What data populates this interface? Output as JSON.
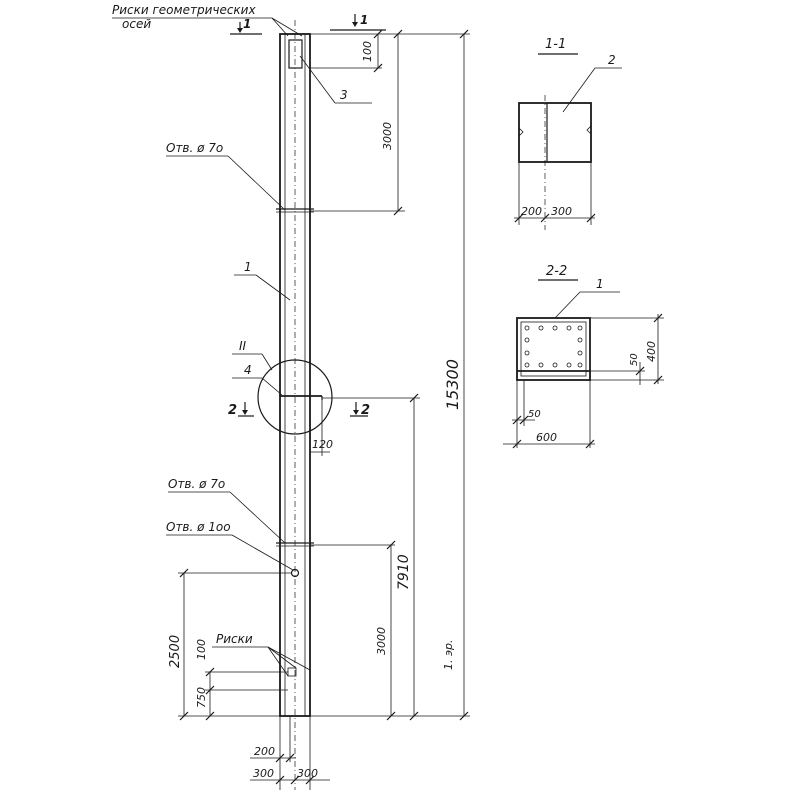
{
  "labels": {
    "axes_marks": "Риски геометрических",
    "axes_marks_2": "осей",
    "hole_70_top": "Отв. ø 7о",
    "hole_70_bottom": "Отв. ø 7о",
    "hole_100": "Отв. ø 1оо",
    "marks": "Риски",
    "section_1_left": "1",
    "section_1_right": "1",
    "section_2_left": "2",
    "section_2_right": "2",
    "node_ii": "II",
    "pos_1": "1",
    "pos_3": "3",
    "pos_4": "4",
    "note": "1. эр."
  },
  "dimensions": {
    "d100_top": "100",
    "d3000_top": "3000",
    "d15300": "15300",
    "d7910": "7910",
    "d3000_bottom": "3000",
    "d2500": "2500",
    "d100_bottom": "100",
    "d750": "750",
    "d120": "120",
    "d200_bottom": "200",
    "d300_left": "300",
    "d300_right": "300"
  },
  "section_1_1": {
    "title": "1-1",
    "pos": "2",
    "d200": "200",
    "d300": "300"
  },
  "section_2_2": {
    "title": "2-2",
    "pos": "1",
    "d50_right": "50",
    "d400": "400",
    "d50_bottom": "50",
    "d600": "600"
  }
}
